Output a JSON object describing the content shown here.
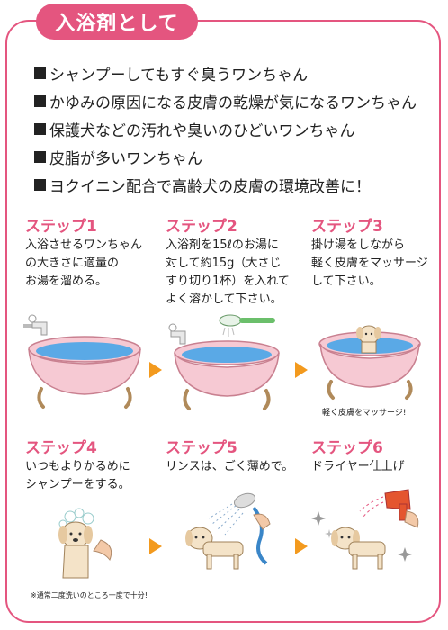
{
  "header": {
    "title": "入浴剤として"
  },
  "bullets": [
    "シャンプーしてもすぐ臭うワンちゃん",
    "かゆみの原因になる皮膚の乾燥が気になるワンちゃん",
    "保護犬などの汚れや臭いのひどいワンちゃん",
    "皮脂が多いワンちゃん",
    "ヨクイニン配合で高齢犬の皮膚の環境改善に！"
  ],
  "steps": [
    {
      "title": "ステップ1",
      "desc": [
        "入浴させるワンちゃん",
        "の大きさに適量の",
        "お湯を溜める。"
      ]
    },
    {
      "title": "ステップ2",
      "desc": [
        "入浴剤を15ℓのお湯に",
        "対して約15g（大さじ",
        "すり切り1杯）を入れて",
        "よく溶かして下さい。"
      ]
    },
    {
      "title": "ステップ3",
      "desc": [
        "掛け湯をしながら",
        "軽く皮膚をマッサージ",
        "して下さい。"
      ]
    },
    {
      "title": "ステップ4",
      "desc": [
        "いつもよりかるめに",
        "シャンプーをする。"
      ]
    },
    {
      "title": "ステップ5",
      "desc": [
        "リンスは、ごく薄めで。"
      ]
    },
    {
      "title": "ステップ6",
      "desc": [
        "ドライヤー仕上げ"
      ]
    }
  ],
  "captions": {
    "step3": "軽く皮膚をマッサージ!",
    "step4": "※通常二度洗いのところ一度で十分!"
  },
  "colors": {
    "accent": "#e4557f",
    "arrow": "#f39a1e",
    "tub": "#f6c9d3",
    "water": "#5aa9e6",
    "dog": "#f4e3c8"
  },
  "icons": [
    "bathtub-icon",
    "faucet-icon",
    "scoop-icon",
    "dog-icon",
    "shower-icon",
    "hair-dryer-icon",
    "sparkle-icon"
  ]
}
